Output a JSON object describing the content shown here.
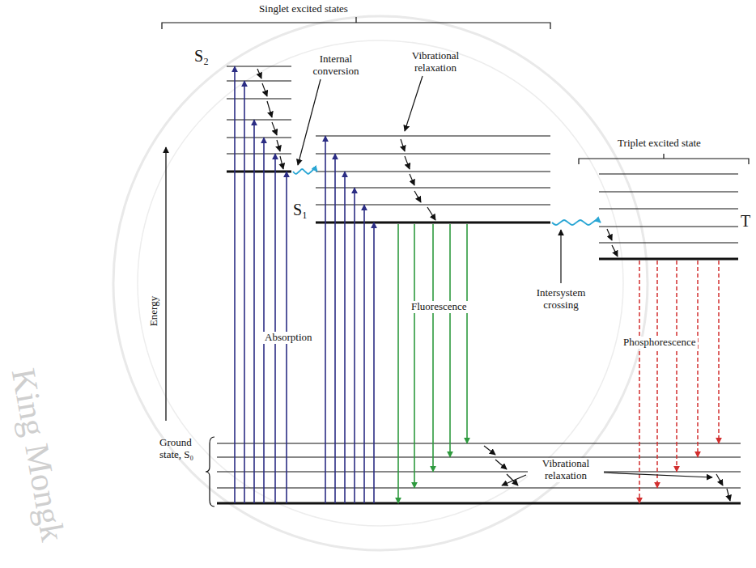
{
  "diagram": {
    "labels": [
      "Singlet excited states",
      "Internal conversion",
      "Vibrational relaxation",
      "S₂",
      "Triplet excited state",
      "S₁",
      "T",
      "Energy",
      "Absorption",
      "Fluorescence",
      "Intersystem crossing",
      "Phosphorescence",
      "Ground state, S₀",
      "Vibrational relaxation",
      "King Mongk"
    ]
  }
}
